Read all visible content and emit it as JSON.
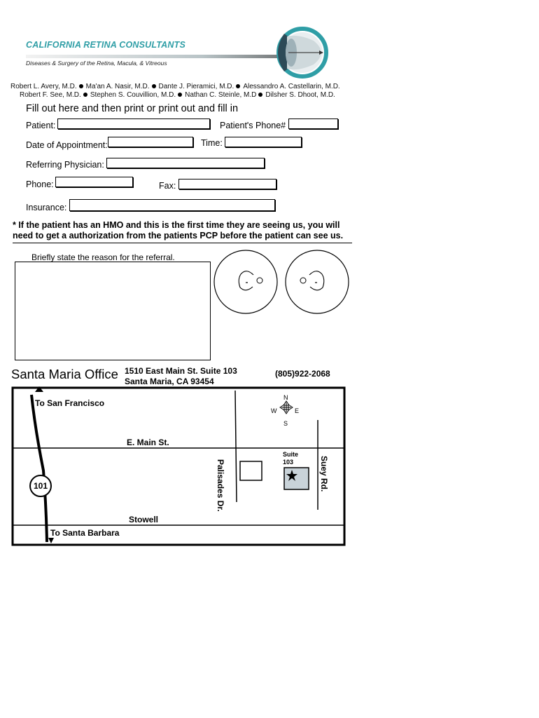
{
  "header": {
    "brand_name": "CALIFORNIA RETINA CONSULTANTS",
    "tagline": "Diseases & Surgery of the Retina, Macula, & Vitreous",
    "brand_color": "#2f9ea6",
    "logo_icon": "eye-logo-icon"
  },
  "doctors": {
    "row1": [
      "Robert L. Avery, M.D.",
      "Ma'an A. Nasir, M.D.",
      "Dante J. Pieramici, M.D.",
      "Alessandro A. Castellarin, M.D."
    ],
    "row2": [
      "Robert F. See, M.D.",
      "Stephen S. Couvillion, M.D.",
      "Nathan C. Steinle, M.D",
      "Dilsher S. Dhoot, M.D."
    ]
  },
  "form": {
    "instructions": "Fill out here and then print or print out and fill in",
    "patient_label": "Patient:",
    "patient_value": "",
    "patient_phone_label": "Patient's Phone#",
    "patient_phone_value": "",
    "appt_date_label": "Date of Appointment:",
    "appt_date_value": "",
    "time_label": "Time:",
    "time_value": "",
    "ref_physician_label": "Referring Physician:",
    "ref_physician_value": "",
    "phone_label": "Phone:",
    "phone_value": "",
    "fax_label": "Fax:",
    "fax_value": "",
    "insurance_label": "Insurance:",
    "insurance_value": ""
  },
  "notice": {
    "line1": "* If the patient has an HMO and this is the first time they are seeing us, you will",
    "line2": "need to get a authorization from the patients PCP before the patient can see us."
  },
  "referral": {
    "label": "Briefly state the reason for the referral.",
    "value": ""
  },
  "office": {
    "title": "Santa Maria Office",
    "address_line1": "1510 East Main St. Suite 103",
    "address_line2": "Santa Maria, CA 93454",
    "phone": "(805)922-2068"
  },
  "map": {
    "to_north": "To San Francisco",
    "to_south": "To Santa Barbara",
    "main_st": "E. Main St.",
    "stowell": "Stowell",
    "palisades": "Palisades Dr.",
    "suey": "Suey Rd.",
    "suite_label": "Suite",
    "suite_number": "103",
    "highway": "101",
    "compass": {
      "n": "N",
      "s": "S",
      "e": "E",
      "w": "W"
    },
    "building_color": "#c9d3d9"
  }
}
